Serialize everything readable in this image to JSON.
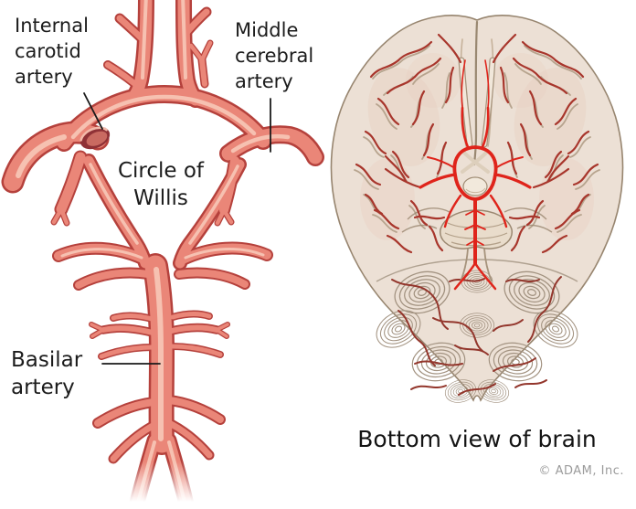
{
  "illustration": {
    "subject": "Circle of Willis and bottom view of brain",
    "left_panel": {
      "labels": {
        "internal_carotid": "Internal\ncarotid\nartery",
        "middle_cerebral": "Middle\ncerebral\nartery",
        "circle_of_willis": "Circle of\nWillis",
        "basilar": "Basilar\nartery"
      }
    },
    "right_panel": {
      "caption": "Bottom view of brain",
      "credit": "© ADAM, Inc."
    },
    "colors": {
      "artery_edge": "#b5413c",
      "artery_body": "#ea8678",
      "artery_highlight": "#f8c8b8",
      "bright_red_center": "#df241b",
      "surface_artery": "#a8362c",
      "brain_surface": "#ece0d5",
      "brain_outline": "#97856f",
      "sulci": "#b7a48e",
      "label_text": "#1c1c1c",
      "credit_text": "#9b9b9b",
      "background": "#ffffff"
    }
  }
}
